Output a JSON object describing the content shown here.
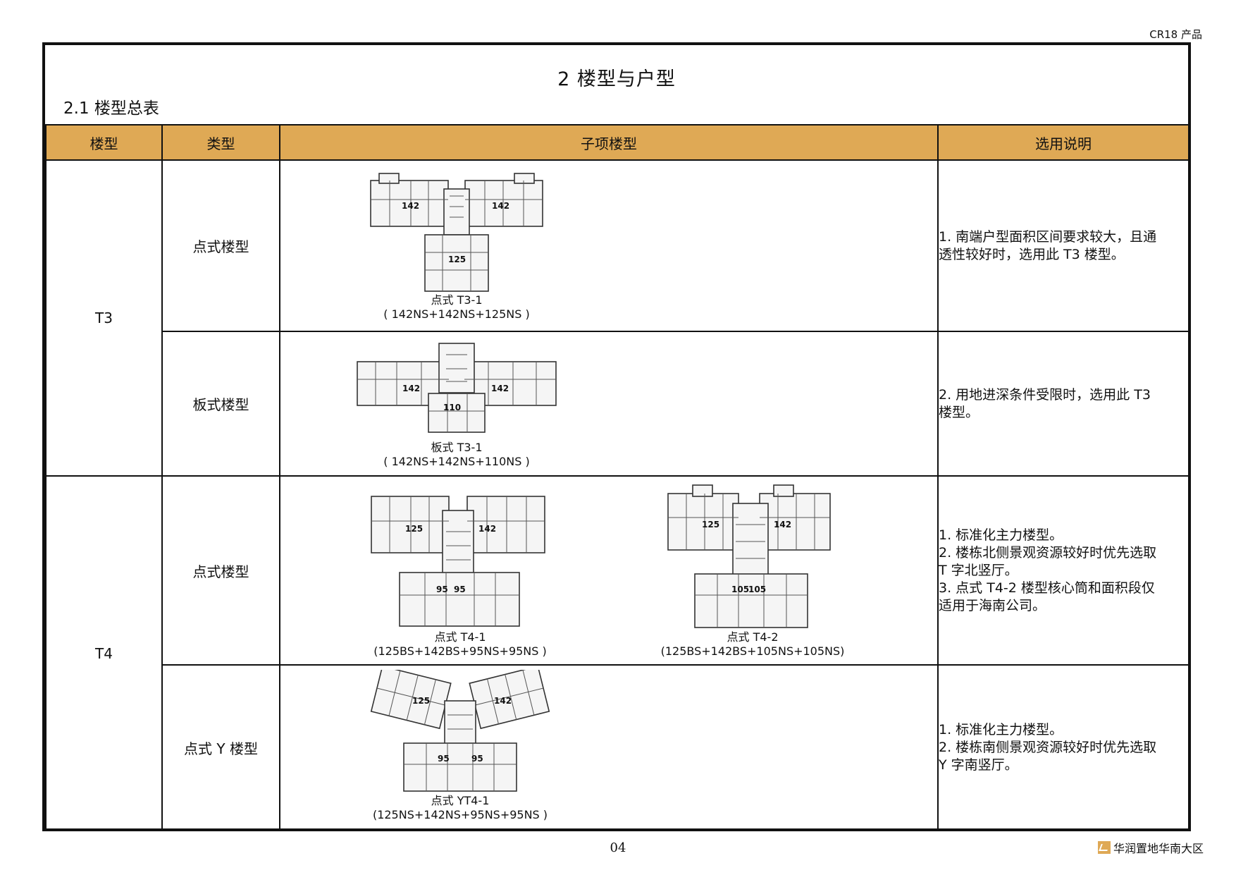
{
  "header": {
    "doc_code": "CR18 产品"
  },
  "page": {
    "title": "2  楼型与户型",
    "subtitle": "2.1  楼型总表"
  },
  "table": {
    "headers": [
      "楼型",
      "类型",
      "子项楼型",
      "选用说明"
    ],
    "groups": [
      {
        "building_type": "T3",
        "rows": [
          {
            "category": "点式楼型",
            "plans": [
              {
                "name": "点式 T3-1",
                "combo": "( 142NS+142NS+125NS )",
                "unit_labels": [
                  "142",
                  "142",
                  "125"
                ]
              }
            ],
            "notes": [
              "1. 南端户型面积区间要求较大，且通",
              "透性较好时，选用此 T3 楼型。"
            ]
          },
          {
            "category": "板式楼型",
            "plans": [
              {
                "name": "板式 T3-1",
                "combo": "( 142NS+142NS+110NS )",
                "unit_labels": [
                  "142",
                  "142",
                  "110"
                ]
              }
            ],
            "notes": [
              "2. 用地进深条件受限时，选用此 T3",
              "楼型。"
            ]
          }
        ]
      },
      {
        "building_type": "T4",
        "rows": [
          {
            "category": "点式楼型",
            "plans": [
              {
                "name": "点式 T4-1",
                "combo": "(125BS+142BS+95NS+95NS )",
                "unit_labels": [
                  "125",
                  "142",
                  "95",
                  "95"
                ]
              },
              {
                "name": "点式 T4-2",
                "combo": "(125BS+142BS+105NS+105NS)",
                "unit_labels": [
                  "125",
                  "142",
                  "105",
                  "105"
                ]
              }
            ],
            "notes": [
              "1. 标准化主力楼型。",
              "2. 楼栋北侧景观资源较好时优先选取",
              "T 字北竖厅。",
              "3. 点式 T4-2 楼型核心筒和面积段仅",
              "适用于海南公司。"
            ]
          },
          {
            "category": "点式 Y 楼型",
            "plans": [
              {
                "name": "点式 YT4-1",
                "combo": "(125NS+142NS+95NS+95NS )",
                "unit_labels": [
                  "125",
                  "142",
                  "95",
                  "95"
                ]
              }
            ],
            "notes": [
              "1. 标准化主力楼型。",
              "2. 楼栋南侧景观资源较好时优先选取",
              "Y 字南竖厅。"
            ]
          }
        ]
      }
    ]
  },
  "footer": {
    "page_number": "04",
    "brand": "华润置地华南大区"
  }
}
